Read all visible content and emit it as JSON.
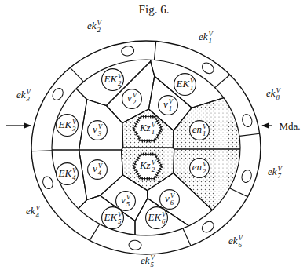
{
  "diagram": {
    "title": "Fig. 6.",
    "nodes": [
      {
        "text": [
          "EK2V"
        ]
      },
      {
        "text": [
          "EK1V"
        ]
      },
      {
        "text": [
          "v2V"
        ]
      },
      {
        "text": [
          "v1V"
        ]
      },
      {
        "text": [
          "EK3V"
        ]
      },
      {
        "text": [
          "v3V"
        ]
      },
      {
        "text": [
          "Kz1V"
        ]
      },
      {
        "text": [
          "en1V"
        ]
      },
      {
        "text": [
          "Kz2V"
        ]
      },
      {
        "text": [
          "en2V"
        ]
      },
      {
        "text": [
          "EK4V"
        ]
      },
      {
        "text": [
          "v4V"
        ]
      },
      {
        "text": [
          "v5V"
        ]
      },
      {
        "text": [
          "v6V"
        ]
      },
      {
        "text": [
          "EK5V"
        ]
      },
      {
        "text": [
          "EK6V"
        ]
      }
    ],
    "labels": [
      "ek1V",
      "ek2V",
      "ek3V",
      "ek4V",
      "ek5V",
      "ek6V",
      "ek7V",
      "ek8V",
      "Mda."
    ]
  }
}
